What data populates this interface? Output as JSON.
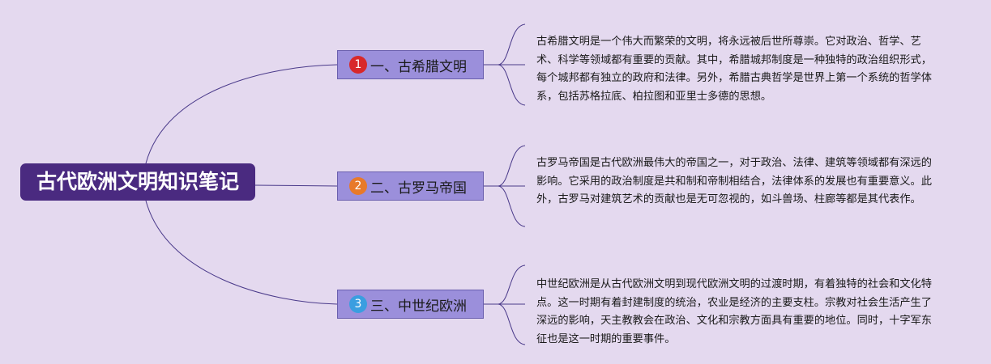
{
  "mindmap": {
    "root": {
      "title": "古代欧洲文明知识笔记"
    },
    "branches": [
      {
        "number": "1",
        "label": "一、古希腊文明",
        "badge_color": "#d8282a",
        "note": "古希腊文明是一个伟大而繁荣的文明，将永远被后世所尊崇。它对政治、哲学、艺术、科学等领域都有重要的贡献。其中，希腊城邦制度是一种独特的政治组织形式，每个城邦都有独立的政府和法律。另外，希腊古典哲学是世界上第一个系统的哲学体系，包括苏格拉底、柏拉图和亚里士多德的思想。"
      },
      {
        "number": "2",
        "label": "二、古罗马帝国",
        "badge_color": "#e87a2a",
        "note": "古罗马帝国是古代欧洲最伟大的帝国之一，对于政治、法律、建筑等领域都有深远的影响。它采用的政治制度是共和制和帝制相结合，法律体系的发展也有重要意义。此外，古罗马对建筑艺术的贡献也是无可忽视的，如斗兽场、柱廊等都是其代表作。"
      },
      {
        "number": "3",
        "label": "三、中世纪欧洲",
        "badge_color": "#3a9ee0",
        "note": "中世纪欧洲是从古代欧洲文明到现代欧洲文明的过渡时期，有着独特的社会和文化特点。这一时期有着封建制度的统治，农业是经济的主要支柱。宗教对社会生活产生了深远的影响，天主教教会在政治、文化和宗教方面具有重要的地位。同时，十字军东征也是这一时期的重要事件。"
      }
    ],
    "colors": {
      "background": "#e4d9ef",
      "root_fill": "#4a2a80",
      "branch_fill": "#9b8fdb",
      "line": "#4a3a8a"
    }
  }
}
